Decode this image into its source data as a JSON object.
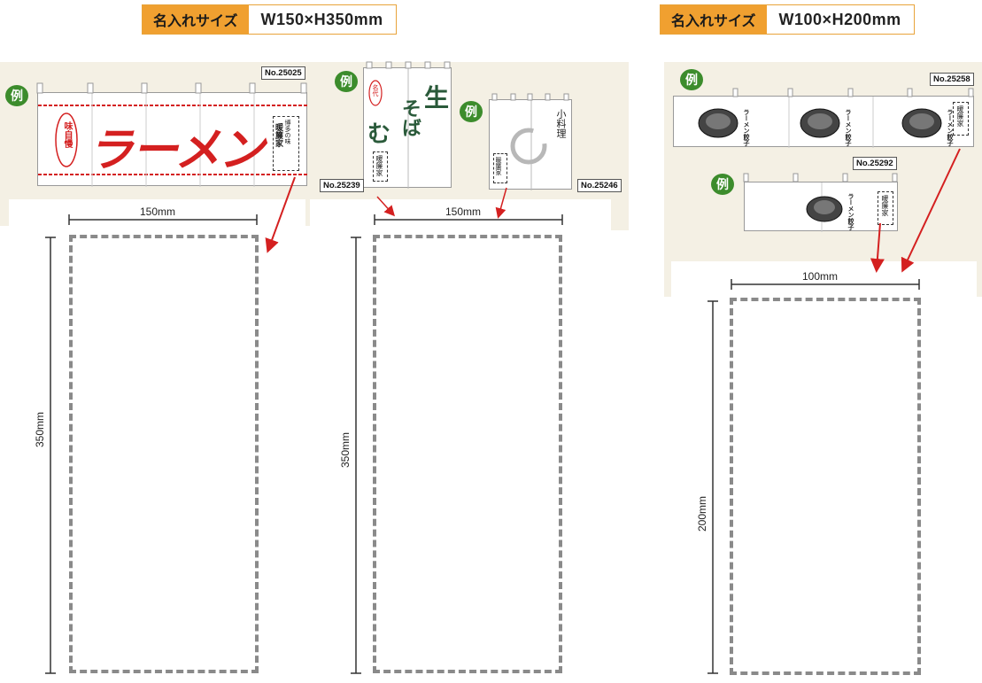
{
  "sizes": [
    {
      "label": "名入れサイズ",
      "value": "W150×H350mm"
    },
    {
      "label": "名入れサイズ",
      "value": "W100×H200mm"
    }
  ],
  "example_label": "例",
  "samples": {
    "ramen": {
      "no": "No.25025",
      "main_text": "ラーメン",
      "side_text": "博多の味",
      "name_text": "暖簾家",
      "left_text": "味自慢"
    },
    "soba": {
      "no": "No.25239",
      "text_1": "生",
      "text_2": "そば",
      "text_3": "む",
      "name_text": "暖簾家",
      "tag_text": "名代"
    },
    "koryori": {
      "no": "No.25246",
      "text": "小料理",
      "name_text": "暖簾家"
    },
    "gyoza_long": {
      "no": "No.25258",
      "text": "ラーメン餃子",
      "name_text": "暖簾家"
    },
    "gyoza_short": {
      "no": "No.25292",
      "text": "ラーメン餃子",
      "name_text": "暖簾家"
    }
  },
  "dimensions": {
    "a_width": "150mm",
    "a_height": "350mm",
    "b_width": "150mm",
    "b_height": "350mm",
    "c_width": "100mm",
    "c_height": "200mm"
  },
  "colors": {
    "accent": "#f0a030",
    "arrow": "#d42020",
    "red": "#d42020",
    "green": "#2a5a3a",
    "badge": "#3c8c2c"
  }
}
